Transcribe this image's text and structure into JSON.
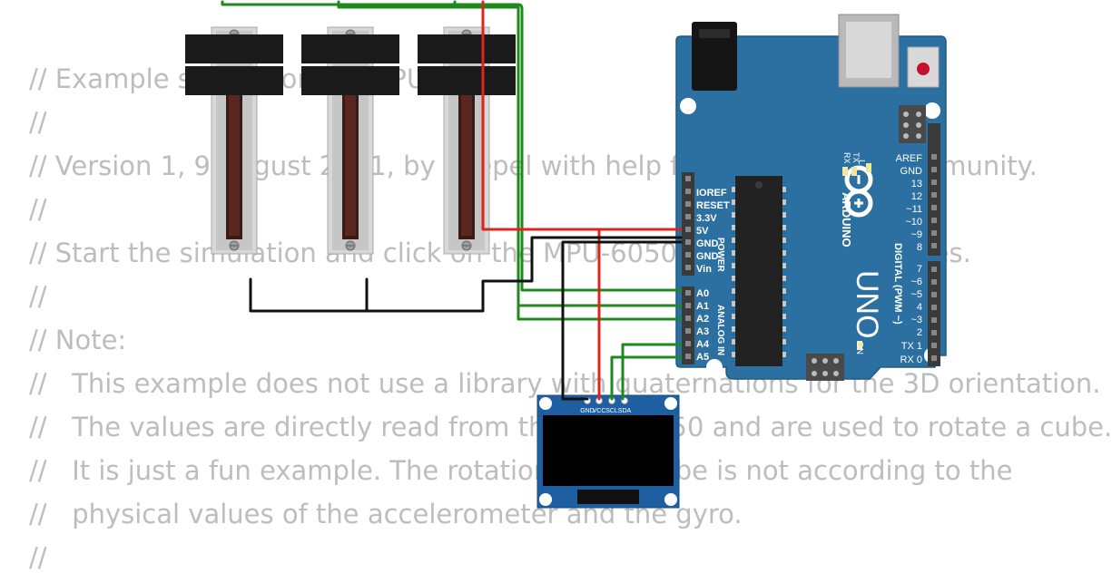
{
  "code": {
    "lines": [
      {
        "text": "// Example sketch for the MPU-6050."
      },
      {
        "text": "//"
      },
      {
        "text": "// Version 1, 9 August 2021, by Koepel with help from the Wokwi community."
      },
      {
        "text": "//"
      },
      {
        "text": "// Start the simulation and click on the MPU-6050 to change the values."
      },
      {
        "text": "//"
      },
      {
        "text": "// Note:"
      },
      {
        "text": "//   This example does not use a library with quaternations for the 3D orientation."
      },
      {
        "text": "//   The values are directly read from the MPU-6050 and are used to rotate a cube."
      },
      {
        "text": "//   It is just a fun example. The rotation of the cube is not according to the"
      },
      {
        "text": "//   physical values of the accelerometer and the gyro."
      },
      {
        "text": "//"
      }
    ]
  },
  "arduino": {
    "brand": "ARDUINO",
    "model": "UNO",
    "on_label": "ON",
    "tx_led": "TX",
    "rx_led": "RX",
    "l_led": "L",
    "power_header_label": "POWER",
    "analog_header_label": "ANALOG IN",
    "digital_header_label": "DIGITAL (PWM ~)",
    "power_pins": [
      "IOREF",
      "RESET",
      "3.3V",
      "5V",
      "GND",
      "GND",
      "Vin"
    ],
    "analog_pins": [
      "A0",
      "A1",
      "A2",
      "A3",
      "A4",
      "A5"
    ],
    "digital_upper_pins": [
      "AREF",
      "GND",
      "13",
      "12",
      "~11",
      "~10",
      "~9",
      "8"
    ],
    "digital_lower_pins": [
      "7",
      "~6",
      "~5",
      "4",
      "~3",
      "2",
      "TX 1",
      "RX 0"
    ]
  },
  "oled": {
    "pins": [
      "GND",
      "VCC",
      "SCL",
      "SDA"
    ]
  },
  "potentiometers": {
    "count": 3
  },
  "colors": {
    "board": "#2c6fa1",
    "wire_red": "#e0231b",
    "wire_green": "#1e8a1e",
    "wire_black": "#111111",
    "code_text": "#bdbdbd",
    "oled_board": "#1d5fa0"
  }
}
